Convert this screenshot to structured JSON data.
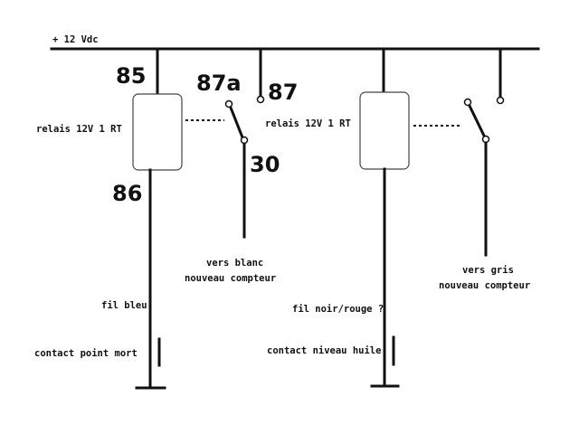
{
  "supply": {
    "label": "+ 12 Vdc"
  },
  "relay1": {
    "label": "relais 12V 1 RT",
    "pins": {
      "p85": "85",
      "p86": "86",
      "p87a": "87a",
      "p87": "87",
      "p30": "30"
    },
    "output_line1": "vers blanc",
    "output_line2": "nouveau compteur",
    "wire_label": "fil bleu",
    "switch_label": "contact point mort"
  },
  "relay2": {
    "label": "relais 12V 1 RT",
    "output_line1": "vers gris",
    "output_line2": "nouveau compteur",
    "wire_label": "fil noir/rouge ?",
    "switch_label": "contact niveau huile"
  }
}
